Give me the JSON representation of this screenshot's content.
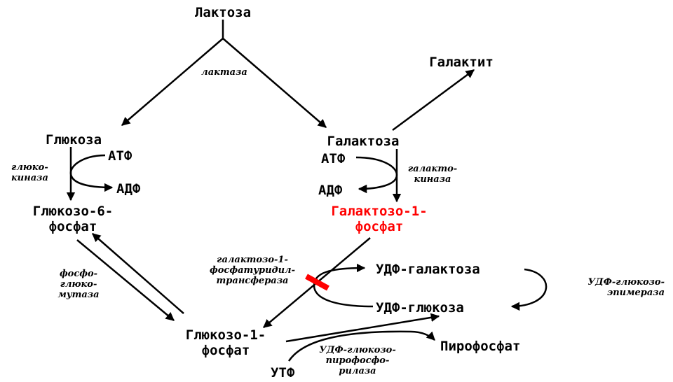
{
  "colors": {
    "text": "#000000",
    "highlight": "#ff0000",
    "block": "#ff0000"
  },
  "nodes": {
    "lactose": "Лактоза",
    "galactitol": "Галактит",
    "glucose": "Глюкоза",
    "galactose": "Галактоза",
    "atp_left": "АТФ",
    "adp_left": "АДФ",
    "atp_right": "АТФ",
    "adp_right": "АДФ",
    "glucose6p": [
      "Глюкозо-6-",
      "фосфат"
    ],
    "galactose1p": [
      "Галактозо-1-",
      "фосфат"
    ],
    "udp_galactose": "УДФ-галактоза",
    "udp_glucose": "УДФ-глюкоза",
    "glucose1p": [
      "Глюкозо-1-",
      "фосфат"
    ],
    "pyrophosphate": "Пирофосфат",
    "utp": "УТФ"
  },
  "enzymes": {
    "lactase": "лактаза",
    "glucokinase": [
      "глюко-",
      "киназа"
    ],
    "galactokinase": [
      "галакто-",
      "киназа"
    ],
    "phosphoglucomutase": [
      "фосфо-",
      "глюко-",
      "мутаза"
    ],
    "gal1p_uridyltransferase": [
      "галактозо-1-",
      "фосфатуридил-",
      "трансфераза"
    ],
    "udp_glucose_epimerase": [
      "УДФ-глюкозо-",
      "эпимераза"
    ],
    "udp_glucose_pyrophosphorylase": [
      "УДФ-глюкозо-",
      "пирофосфо-",
      "рилаза"
    ]
  }
}
